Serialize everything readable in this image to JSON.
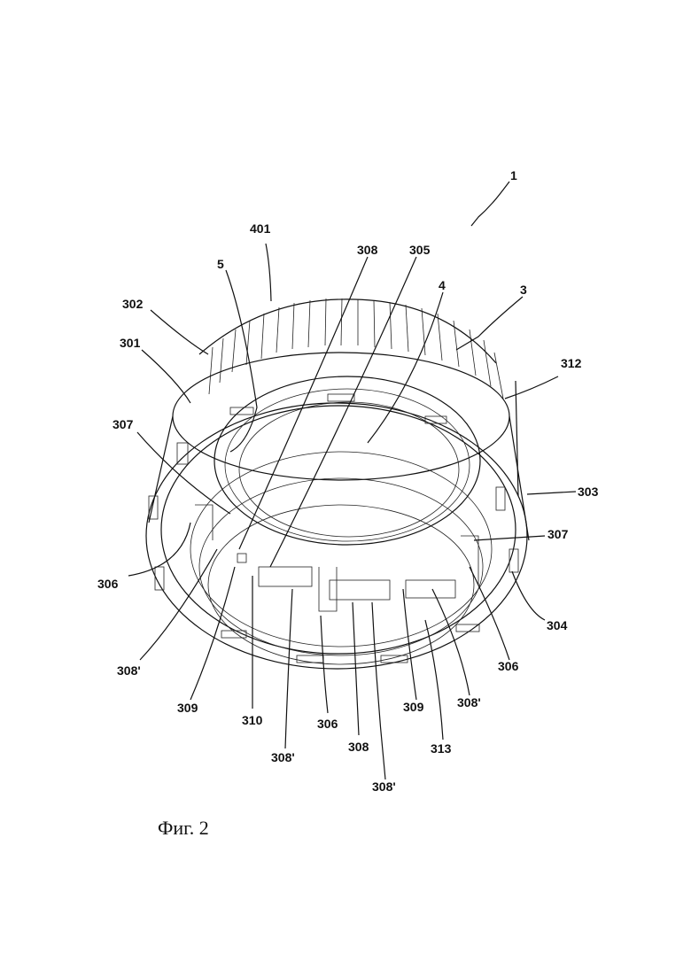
{
  "figure": {
    "caption": "Фиг. 2",
    "labels": {
      "l1": "1",
      "l401": "401",
      "l308a": "308",
      "l305": "305",
      "l5": "5",
      "l4": "4",
      "l3": "3",
      "l302": "302",
      "l301": "301",
      "l312": "312",
      "l307a": "307",
      "l303": "303",
      "l307b": "307",
      "l306a": "306",
      "l304": "304",
      "l306b": "306",
      "l308pa": "308'",
      "l309a": "309",
      "l310": "310",
      "l308pb": "308'",
      "l306c": "306",
      "l308b": "308",
      "l309b": "309",
      "l308pc": "308'",
      "l313": "313",
      "l308pd": "308'"
    }
  }
}
